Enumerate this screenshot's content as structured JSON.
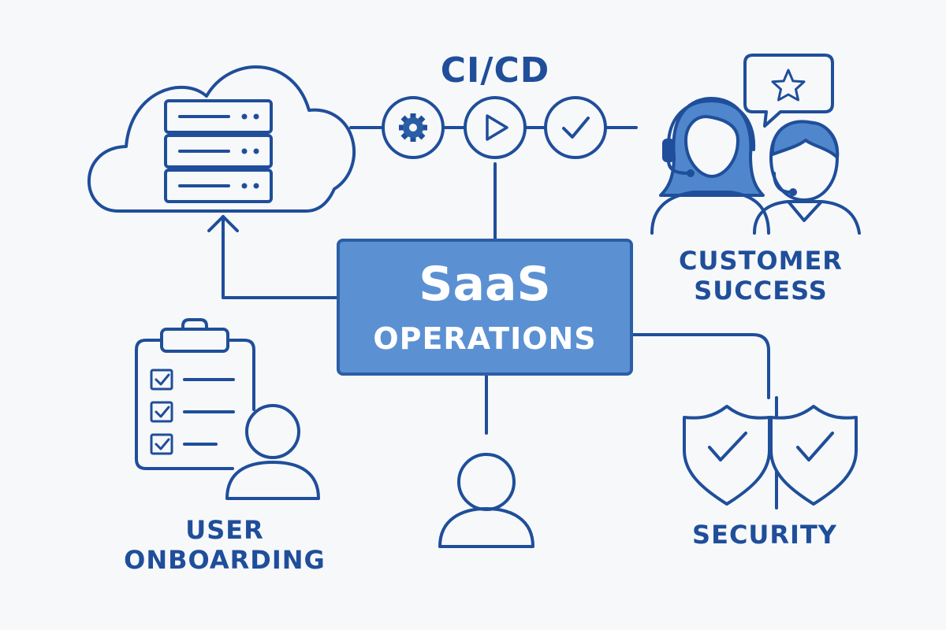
{
  "diagram": {
    "center": {
      "title": "SaaS",
      "subtitle": "OPERATIONS"
    },
    "nodes": {
      "cicd": {
        "label": "CI/CD"
      },
      "customer_success": {
        "line1": "CUSTOMER",
        "line2": "SUCCESS"
      },
      "security": {
        "label": "SECURITY"
      },
      "user_onboarding": {
        "line1": "USER",
        "line2": "ONBOARDING"
      }
    }
  },
  "colors": {
    "stroke": "#1f4e9a",
    "center_fill": "#5b91d2",
    "center_border": "#2a5fa6",
    "accent_fill": "#4f86cc",
    "background": "#f7f8fa"
  },
  "icons": [
    "cloud-server-icon",
    "gear-icon",
    "play-icon",
    "check-icon",
    "star-speech-bubble-icon",
    "support-agent-icon",
    "user-icon",
    "clipboard-checklist-icon",
    "shield-check-icon"
  ]
}
